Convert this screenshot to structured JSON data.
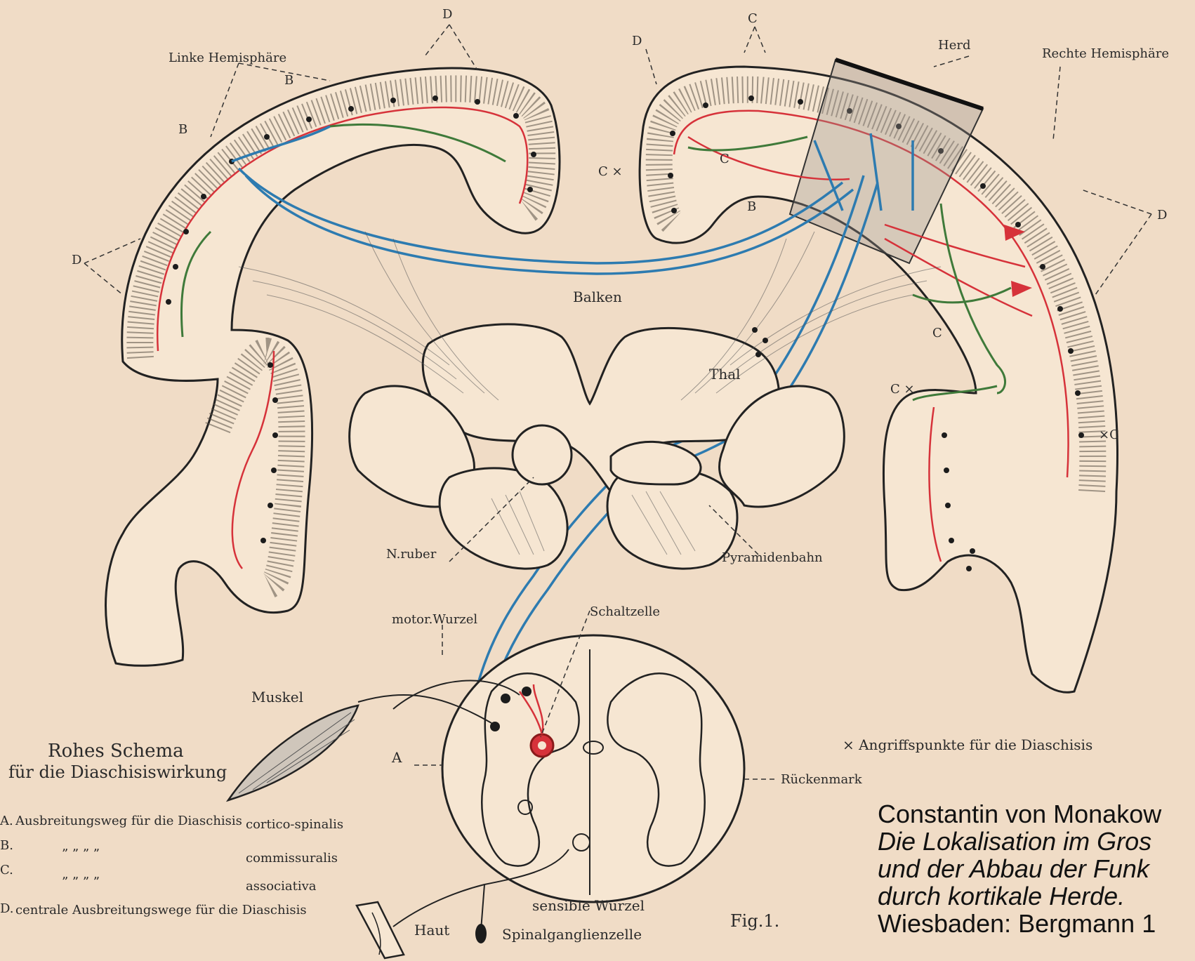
{
  "labels": {
    "linke_hemisphaere": "Linke Hemisphäre",
    "rechte_hemisphaere": "Rechte Hemisphäre",
    "herd": "Herd",
    "balken": "Balken",
    "thal": "Thal",
    "n_ruber": "N.ruber",
    "pyramidenbahn": "Pyramidenbahn",
    "motor_wurzel": "motor.Wurzel",
    "schaltzelle": "Schaltzelle",
    "muskel": "Muskel",
    "rueckenmark": "Rückenmark",
    "sensible_wurzel": "sensible Wurzel",
    "haut": "Haut",
    "spinalganglienzelle": "Spinalganglienzelle",
    "fig": "Fig.1.",
    "a": "A",
    "b": "B",
    "c": "C",
    "d": "D",
    "c_x": "C ×",
    "x_c": "×C"
  },
  "angriff_note": "× Angriffspunkte für die Diaschisis",
  "schema_title": [
    "Rohes Schema",
    "für die Diaschisiswirkung"
  ],
  "legend": {
    "a": {
      "letter": "A.",
      "text": "Ausbreitungsweg für die Diaschisis",
      "kind": "cortico-spinalis"
    },
    "b": {
      "letter": "B.",
      "ditto": "”      ” ”      ”",
      "kind": "commissuralis"
    },
    "c": {
      "letter": "C.",
      "ditto": "”      ” ”      ”",
      "kind": "associativa"
    },
    "d": {
      "letter": "D.",
      "text": "centrale Ausbreitungswege für die Diaschisis"
    }
  },
  "credit": {
    "author": "Constantin von Monakow",
    "title_lines": [
      "Die Lokalisation im Gros",
      "und der Abbau der Funk",
      "durch kortikale Herde."
    ],
    "publisher": "Wiesbaden: Bergmann 1"
  },
  "colors": {
    "background": "#f0dcc6",
    "pathway_a_blue": "#2d7bb0",
    "association_red": "#d6323a",
    "association_green": "#3f7a3a",
    "outline": "#222222"
  }
}
